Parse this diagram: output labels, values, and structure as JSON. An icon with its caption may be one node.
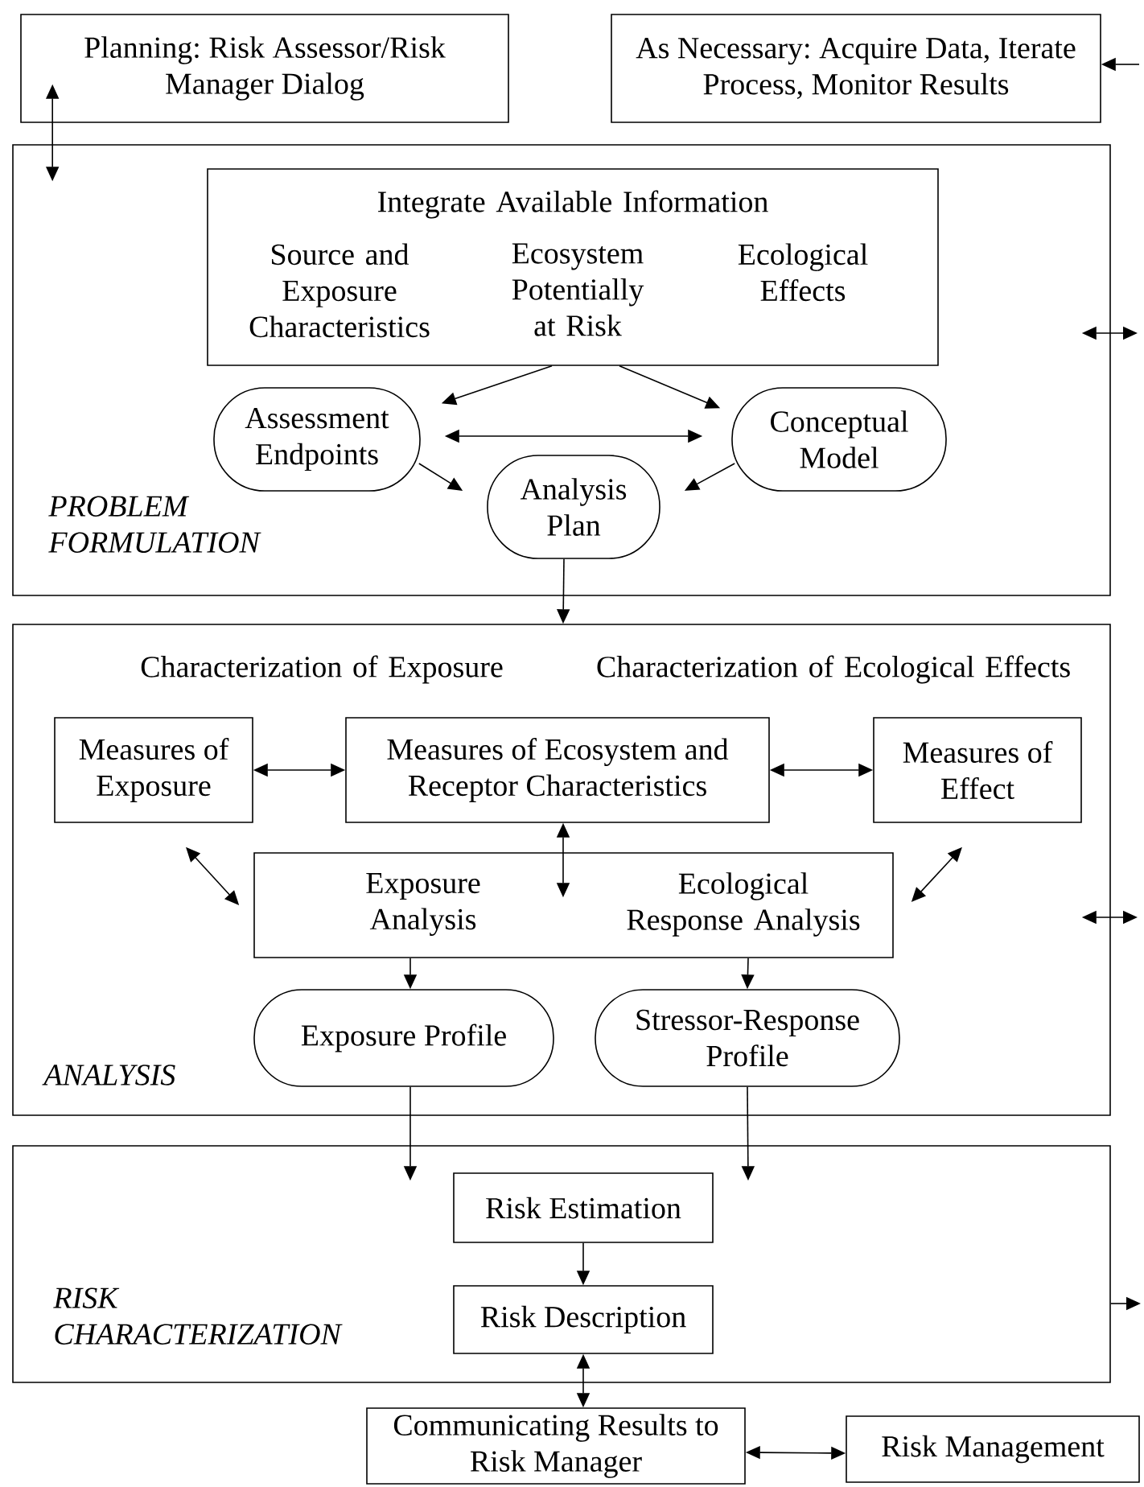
{
  "diagram": {
    "nodes": [
      {
        "text": [
          "Planning: Risk Assessor/Risk Manager Dialog"
        ]
      },
      {
        "text": [
          "As Necessary: Acquire Data, Iterate Process, Monitor Results"
        ]
      },
      {
        "text": [
          "PROBLEM FORMULATION"
        ]
      },
      {
        "text": [
          "Integrate Available Information",
          "Source and Exposure Characteristics",
          "Ecosystem Potentially at Risk",
          "Ecological Effects"
        ],
        "in": 2
      },
      {
        "text": [
          "Assessment Endpoints"
        ],
        "in": 2
      },
      {
        "text": [
          "Conceptual Model"
        ],
        "in": 2
      },
      {
        "text": [
          "Analysis Plan"
        ],
        "in": 2
      },
      {
        "text": [
          "Characterization of Exposure",
          "Characterization of Ecological Effects",
          "ANALYSIS"
        ]
      },
      {
        "text": [
          "Measures of Exposure"
        ],
        "in": 7
      },
      {
        "text": [
          "Measures of Ecosystem and Receptor Characteristics"
        ],
        "in": 7
      },
      {
        "text": [
          "Measures of Effect"
        ],
        "in": 7
      },
      {
        "text": [
          "Exposure Analysis",
          "Ecological Response Analysis"
        ],
        "in": 7
      },
      {
        "text": [
          "Exposure Profile"
        ],
        "in": 7
      },
      {
        "text": [
          "Stressor-Response Profile"
        ],
        "in": 7
      },
      {
        "text": [
          "RISK CHARACTERIZATION"
        ]
      },
      {
        "text": [
          "Risk Estimation"
        ],
        "in": 14
      },
      {
        "text": [
          "Risk Description"
        ],
        "in": 14
      },
      {
        "text": [
          "Communicating Results to Risk Manager"
        ]
      },
      {
        "text": [
          "Risk Management"
        ]
      }
    ],
    "edges": [
      {
        "from": 0,
        "to": 2,
        "arrow": "both"
      },
      {
        "from": null,
        "to": 1,
        "arrow": "to"
      },
      {
        "from": null,
        "to": 2,
        "arrow": "both"
      },
      {
        "from": 3,
        "to": 4,
        "arrow": "to"
      },
      {
        "from": 3,
        "to": 5,
        "arrow": "to"
      },
      {
        "from": 4,
        "to": 5,
        "arrow": "both"
      },
      {
        "from": 4,
        "to": 6,
        "arrow": "to"
      },
      {
        "from": 5,
        "to": 6,
        "arrow": "to"
      },
      {
        "from": 6,
        "to": 7,
        "arrow": "to"
      },
      {
        "from": 8,
        "to": 9,
        "arrow": "both"
      },
      {
        "from": 9,
        "to": 10,
        "arrow": "both"
      },
      {
        "from": 8,
        "to": 11,
        "arrow": "both"
      },
      {
        "from": 9,
        "to": 11,
        "arrow": "both"
      },
      {
        "from": 10,
        "to": 11,
        "arrow": "both"
      },
      {
        "from": 11,
        "to": 12,
        "arrow": "to"
      },
      {
        "from": 11,
        "to": 13,
        "arrow": "to"
      },
      {
        "from": 12,
        "to": 14,
        "arrow": "to"
      },
      {
        "from": 13,
        "to": 14,
        "arrow": "to"
      },
      {
        "from": null,
        "to": 7,
        "arrow": "both"
      },
      {
        "from": 15,
        "to": 16,
        "arrow": "to"
      },
      {
        "from": 16,
        "to": 17,
        "arrow": "both"
      },
      {
        "from": 14,
        "to": null,
        "arrow": "to"
      },
      {
        "from": 17,
        "to": 18,
        "arrow": "both"
      }
    ]
  }
}
